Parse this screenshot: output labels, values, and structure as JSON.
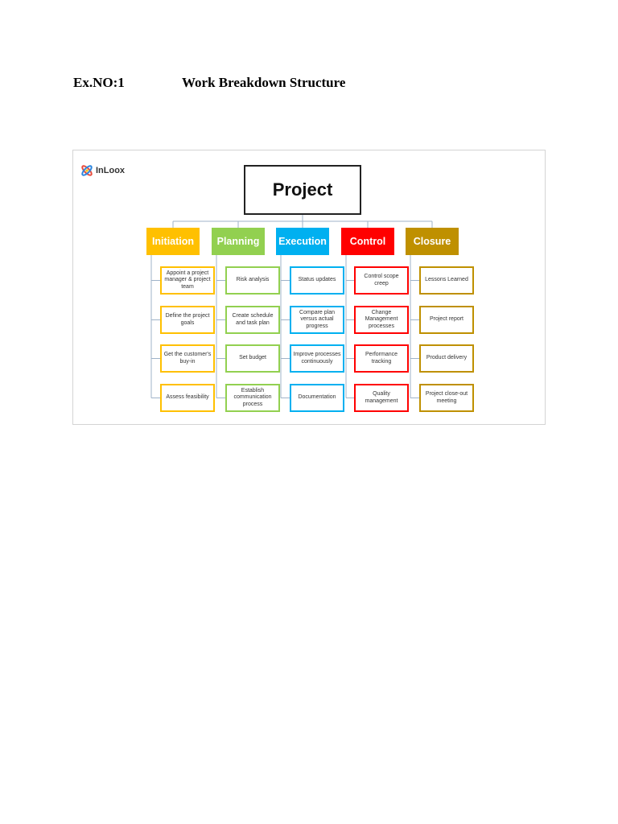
{
  "document": {
    "exercise_no": "Ex.NO:1",
    "title": "Work Breakdown Structure"
  },
  "figure": {
    "logo_text": "InLoox",
    "root_label": "Project",
    "phases": [
      {
        "label": "Initiation",
        "color": "#ffc000",
        "tasks": [
          "Appoint a project manager & project team",
          "Define the project goals",
          "Get the customer's buy-in",
          "Assess feasibility"
        ]
      },
      {
        "label": "Planning",
        "color": "#92d050",
        "tasks": [
          "Risk analysis",
          "Create schedule and task plan",
          "Set budget",
          "Establish communication process"
        ]
      },
      {
        "label": "Execution",
        "color": "#00b0f0",
        "tasks": [
          "Status updates",
          "Compare plan versus actual progress",
          "Improve processes continuously",
          "Documentation"
        ]
      },
      {
        "label": "Control",
        "color": "#ff0000",
        "tasks": [
          "Control scope creep",
          "Change Management processes",
          "Performance tracking",
          "Quality management"
        ]
      },
      {
        "label": "Closure",
        "color": "#bf9000",
        "tasks": [
          "Lessons Learned",
          "Project report",
          "Product delivery",
          "Project close-out meeting"
        ]
      }
    ]
  }
}
